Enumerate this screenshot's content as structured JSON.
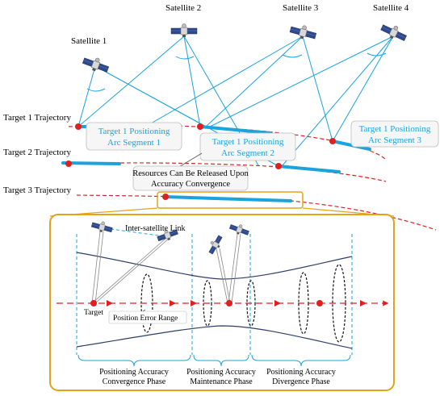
{
  "satellites": [
    {
      "name": "Satellite 1"
    },
    {
      "name": "Satellite 2"
    },
    {
      "name": "Satellite 3"
    },
    {
      "name": "Satellite 4"
    }
  ],
  "trajectories": [
    {
      "label": "Target 1 Trajectory"
    },
    {
      "label": "Target 2 Trajectory"
    },
    {
      "label": "Target 3 Trajectory"
    }
  ],
  "arc_labels": {
    "seg1_line1": "Target 1 Positioning",
    "seg1_line2": "Arc Segment 1",
    "seg2_line1": "Target 1 Positioning",
    "seg2_line2": "Arc Segment 2",
    "seg3_line1": "Target 1 Positioning",
    "seg3_line2": "Arc Segment 3"
  },
  "release_note": {
    "line1": "Resources Can Be Released Upon",
    "line2": "Accuracy Convergence"
  },
  "detail": {
    "link_label": "Inter-satellite Link",
    "target_label": "Target",
    "error_label": "Position Error Range",
    "phases": [
      {
        "line1": "Positioning Accuracy",
        "line2": "Convergence Phase"
      },
      {
        "line1": "Positioning Accuracy",
        "line2": "Maintenance Phase"
      },
      {
        "line1": "Positioning Accuracy",
        "line2": "Divergence Phase"
      }
    ]
  },
  "colors": {
    "beam": "#1aa3dd",
    "arc": "#1aa3dd",
    "trajectory": "#e02020",
    "target": "#e02020",
    "frame": "#e3a21a",
    "envelope": "#2f3f6b"
  }
}
